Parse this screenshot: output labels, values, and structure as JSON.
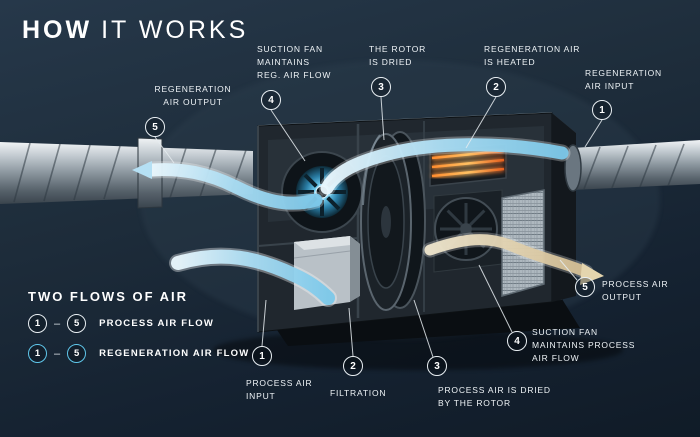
{
  "title": {
    "word_bold": "HOW",
    "word_rest": "IT WORKS"
  },
  "callouts": [
    {
      "num": "5",
      "label": "REGENERATION\nAIR OUTPUT"
    },
    {
      "num": "4",
      "label": "SUCTION FAN\nMAINTAINS\nREG. AIR FLOW"
    },
    {
      "num": "3",
      "label": "THE ROTOR\nIS DRIED"
    },
    {
      "num": "2",
      "label": "REGENERATION AIR\nIS HEATED"
    },
    {
      "num": "1",
      "label": "REGENERATION\nAIR INPUT"
    },
    {
      "num": "5",
      "label": "PROCESS AIR\nOUTPUT"
    },
    {
      "num": "4",
      "label": "SUCTION FAN\nMAINTAINS PROCESS\nAIR FLOW"
    },
    {
      "num": "3",
      "label": "PROCESS AIR IS DRIED\nBY THE ROTOR"
    },
    {
      "num": "2",
      "label": "FILTRATION"
    },
    {
      "num": "1",
      "label": "PROCESS AIR\nINPUT"
    }
  ],
  "legend": {
    "title": "TWO FLOWS OF AIR",
    "separator": "–",
    "rows": [
      {
        "from": "1",
        "to": "5",
        "label": "PROCESS AIR FLOW",
        "type": "process"
      },
      {
        "from": "1",
        "to": "5",
        "label": "REGENERATION AIR FLOW",
        "type": "regeneration"
      }
    ]
  },
  "colors": {
    "background": "#1c2a37",
    "accent_blue": "#7fd0ef",
    "heater_orange": "#ef8a3a",
    "process_output_beige": "#ddc9a3",
    "text": "#ffffff"
  }
}
